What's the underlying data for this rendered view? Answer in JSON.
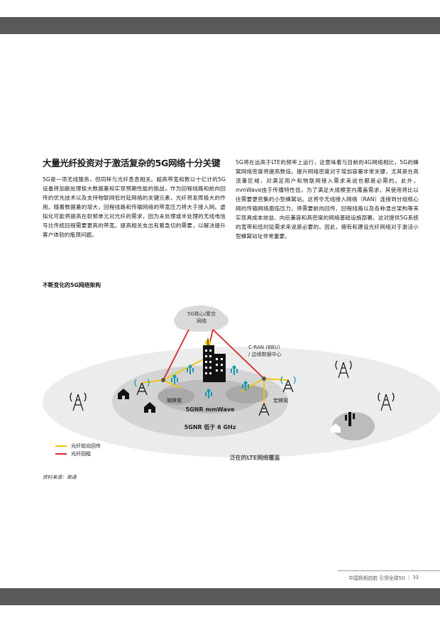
{
  "section": {
    "title": "大量光纤投资对于激活复杂的5G网络十分关键",
    "left_paragraph": "5G是一项无线服务，但同样与光纤息息相关。超高带宽和数以十亿计的5G设备将加剧处理极大数据量和实现预期性能的挑战，作为回程线路和前向回传的优先技术以及支持物联网低时延网络的关键元素，光纤将发挥极大的作用。随着数据量的增大，回程线路和传输网络的带宽压力将大于接入网。虚拟化可能将提高在射频单元对光纤的需求，因为未处理或半处理的无线电信号比传统回程需要更高的带宽。提高相关支出有着急切的需要，以解决提升客户体验的瓶颈问题。",
    "right_paragraph": "5G将在远高于LTE的频率上运行，这意味着与目前的4G网络相比，5G的蜂窝网络密度将提高数倍。提升网络密度对于增加容量非常关键，尤其是在高流量区域，对满足用户和物联网接入需求来说也都是必需的。此外，mmWave由于传播特性低，为了满足大规模室内覆盖需求，其使用将比以往需要更密集的小型蜂窝站。这将令无线接入网络（RAN）连接到分组核心网的传输网络面临压力。将需要前向回传、回程线路以及各种混合架构等来实现具成本效益、向后兼容和高密度的网络基础设施部署。这对提供5G系统的宽带和低时延需求来说是必要的。因此，拥有和建设光纤网络对于激活小型蜂窝站址非常重要。"
  },
  "diagram": {
    "title": "不断变化的5G网络架构",
    "cloud_label_line1": "5G核心/聚合",
    "cloud_label_line2": "网络",
    "cran_label_line1": "C-RAN (BBU)",
    "cran_label_line2": "/ 边缘数据中心",
    "micro_cell_label": "微蜂窝",
    "macro_cell_label": "宏蜂窝",
    "mmwave_label": "5GNR mmWave",
    "sub6_label": "5GNR 低于 6 GHz",
    "lte_label": "泛在的LTE网络覆盖",
    "colors": {
      "fronthaul": "#f2c500",
      "backhaul": "#d7262b",
      "teal": "#1b9ab0",
      "outer_ellipse": "#ececec",
      "mid_ellipse": "#d4d4d4",
      "inner_ellipse": "#b8b8b8"
    }
  },
  "legend": {
    "items": [
      {
        "label": "光纤前向回传",
        "color": "#f2c500"
      },
      {
        "label": "光纤回程",
        "color": "#d7262b"
      }
    ]
  },
  "source": "资料来源：高通",
  "footer": {
    "text": "中国扬帆启航 引领全球5G",
    "separator": "|",
    "page_number": "33"
  }
}
